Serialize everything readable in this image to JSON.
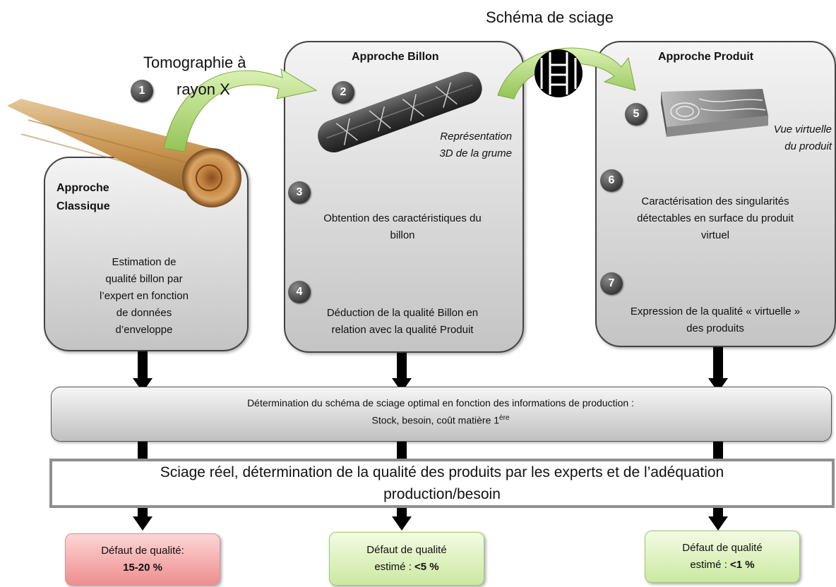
{
  "top": {
    "scheme_label": "Schéma de sciage",
    "tomography_line1": "Tomographie à",
    "tomography_line2": "rayon X"
  },
  "classique": {
    "title_line1": "Approche",
    "title_line2": "Classique",
    "step_text_lines": [
      "Estimation de",
      "qualité billon par",
      "l’expert en fonction",
      "de données",
      "d’enveloppe"
    ]
  },
  "billon": {
    "title": "Approche Billon",
    "caption_line1": "Représentation",
    "caption_line2": "3D de la grume",
    "step3_line1": "Obtention des caractéristiques du",
    "step3_line2": "billon",
    "step4_line1": "Déduction de la qualité Billon en",
    "step4_line2": "relation avec la qualité Produit"
  },
  "produit": {
    "title": "Approche Produit",
    "caption_line1": "Vue virtuelle",
    "caption_line2": "du produit",
    "step6_line1": "Caractérisation des singularités",
    "step6_line2": "détectables en surface du produit",
    "step6_line3": "virtuel",
    "step7_line1": "Expression de la qualité « virtuelle »",
    "step7_line2": "des produits"
  },
  "badges": [
    "1",
    "2",
    "3",
    "4",
    "5",
    "6",
    "7"
  ],
  "determination": {
    "line1": "Détermination du schéma de sciage optimal en fonction des informations de production :",
    "line2": "Stock, besoin, coût matière 1",
    "sup": "ère"
  },
  "sciage": {
    "line1": "Sciage réel, détermination de la qualité des produits par les experts et de l’adéquation",
    "line2": "production/besoin"
  },
  "outcomes": {
    "classique": {
      "line1": "Défaut de qualité:",
      "line2": "15-20 %"
    },
    "billon": {
      "line1": "Défaut de qualité",
      "line2_prefix": "estimé : ",
      "line2_value": "<5 %"
    },
    "produit": {
      "line1": "Défaut de qualité",
      "line2_prefix": "estimé : ",
      "line2_value": "<1 %"
    }
  },
  "colors": {
    "red_box": "#ee8e8e",
    "green_box": "#cbe9a0",
    "curve_arrow": "#a8d26a",
    "wood": "#c8934f"
  }
}
